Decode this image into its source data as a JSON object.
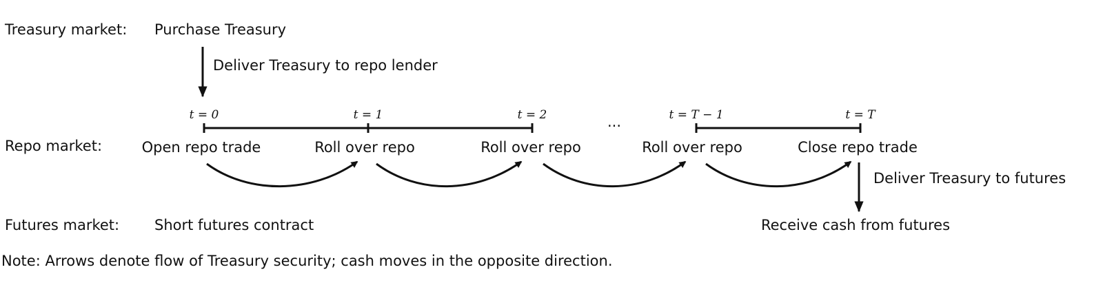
{
  "rows": {
    "treasury": {
      "label": "Treasury market:",
      "action": "Purchase Treasury",
      "deliver_note": "Deliver Treasury to repo lender"
    },
    "repo": {
      "label": "Repo market:",
      "ellipsis": "···",
      "steps": [
        {
          "time": "t = 0",
          "action": "Open repo trade"
        },
        {
          "time": "t = 1",
          "action": "Roll over repo"
        },
        {
          "time": "t = 2",
          "action": "Roll over repo"
        },
        {
          "time": "t = T − 1",
          "action": "Roll over repo"
        },
        {
          "time": "t = T",
          "action": "Close repo trade"
        }
      ]
    },
    "futures": {
      "label": "Futures market:",
      "action": "Short futures contract",
      "deliver_note": "Deliver Treasury to futures",
      "receive": "Receive cash from futures"
    }
  },
  "note": "Note: Arrows denote flow of Treasury security; cash moves in the opposite direction.",
  "colors": {
    "ink": "#111111",
    "background": "#ffffff"
  }
}
